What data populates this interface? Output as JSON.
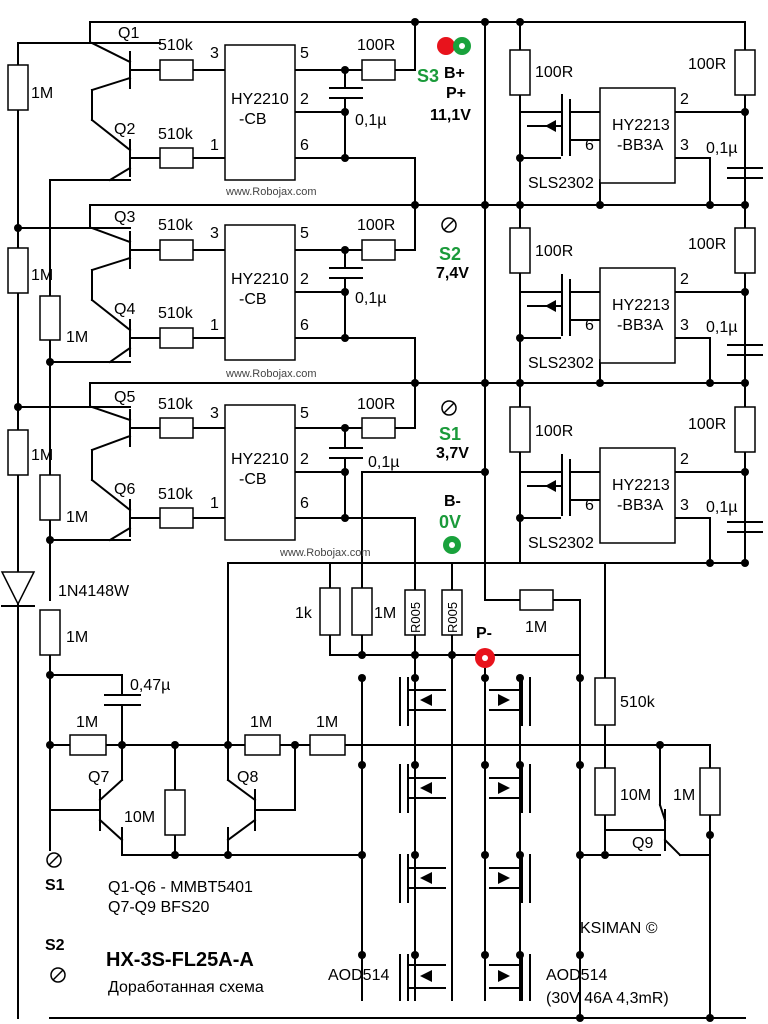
{
  "labels": {
    "q1": "Q1",
    "q2": "Q2",
    "q3": "Q3",
    "q4": "Q4",
    "q5": "Q5",
    "q6": "Q6",
    "q7": "Q7",
    "q8": "Q8",
    "q9": "Q9",
    "r510k": "510k",
    "pin3": "3",
    "pin1": "1",
    "pin5": "5",
    "pin2": "2",
    "pin6": "6",
    "hy2210_a": "HY2210",
    "hy2210_b": "-CB",
    "hy2213_a": "HY2213",
    "hy2213_b": "-BB3A",
    "r100": "100R",
    "cap01": "0,1µ",
    "cap047": "0,47µ",
    "r1m": "1M",
    "r1k": "1k",
    "r10m": "10M",
    "r005": "R005",
    "sls": "SLS2302",
    "s3": "S3",
    "s2": "S2",
    "s1": "S1",
    "bplus": "B+",
    "pplus": "P+",
    "v111": "11,1V",
    "v74": "7,4V",
    "v37": "3,7V",
    "bminus": "B-",
    "v0": "0V",
    "pminus": "P-",
    "diode": "1N4148W",
    "aod": "AOD514",
    "aod_spec": "(30V 46A 4,3mR)",
    "ksiman": "KSIMAN ©",
    "transistors1": "Q1-Q6 - MMBT5401",
    "transistors2": "Q7-Q9 BFS20",
    "title": "HX-3S-FL25A-A",
    "subtitle": "Доработанная схема",
    "watermark": "www.Robojax.com"
  },
  "colors": {
    "red_dot": "#e8131c",
    "green_dot": "#19a23c",
    "green_text": "#1a9a3a"
  }
}
